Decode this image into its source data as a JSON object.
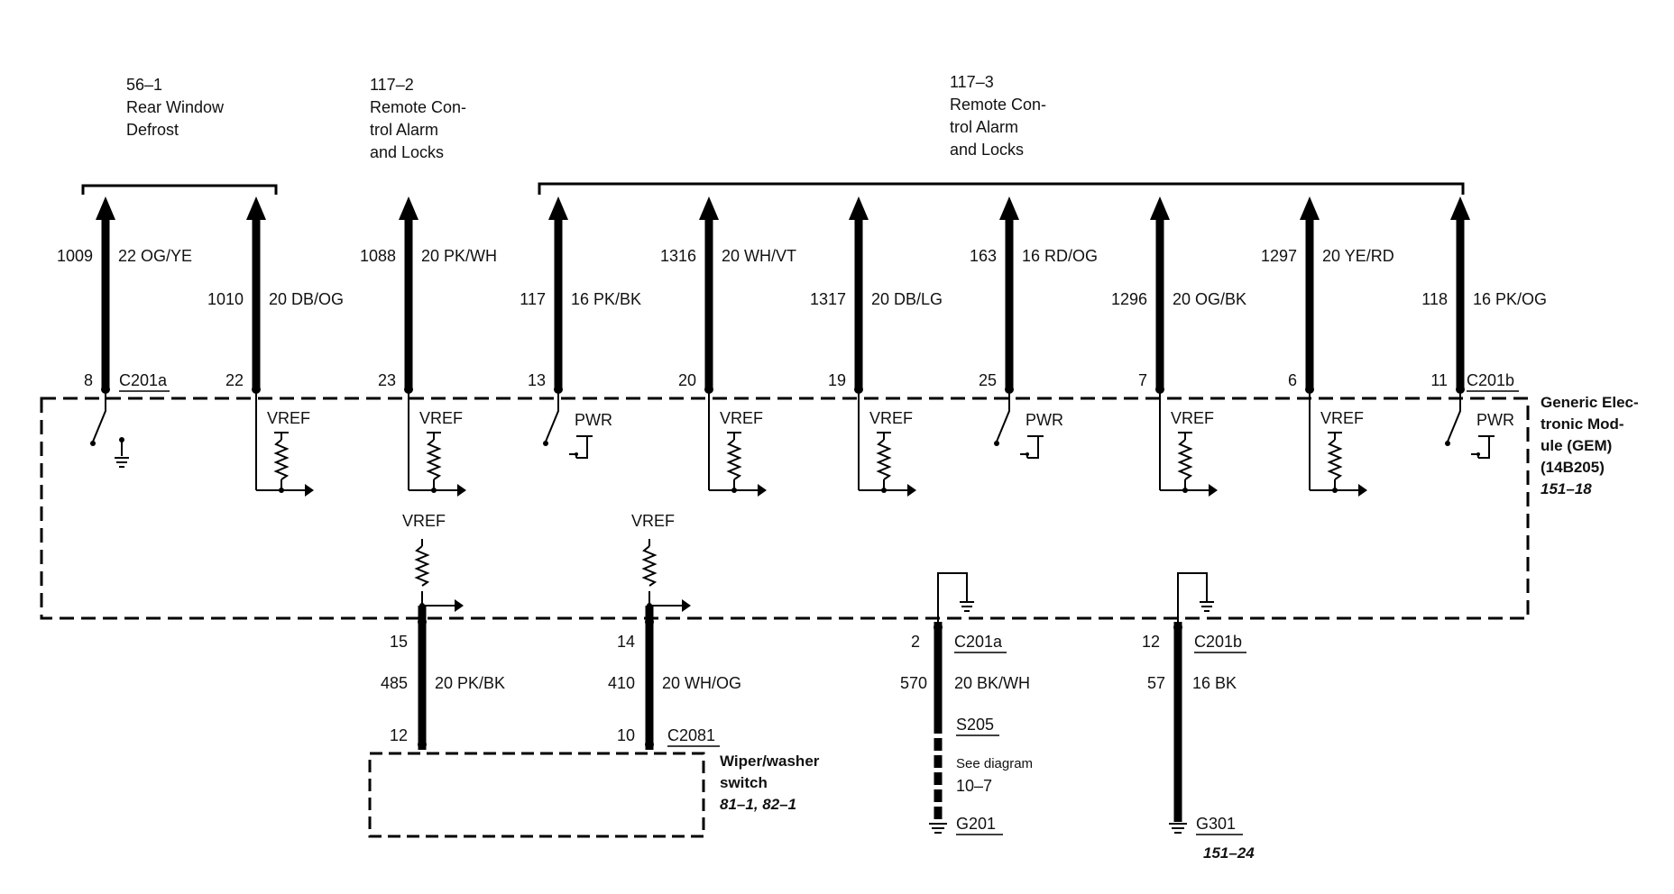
{
  "references": {
    "defrost": {
      "num": "56–1",
      "line1": "Rear Window",
      "line2": "Defrost"
    },
    "alarm_a": {
      "num": "117–2",
      "line1": "Remote Con-",
      "line2": "trol Alarm",
      "line3": "and Locks"
    },
    "alarm_b": {
      "num": "117–3",
      "line1": "Remote Con-",
      "line2": "trol Alarm",
      "line3": "and Locks"
    }
  },
  "module": {
    "line1": "Generic Elec-",
    "line2": "tronic Mod-",
    "line3": "ule (GEM)",
    "line4": "(14B205)",
    "ref": "151–18"
  },
  "connectors": {
    "top_left": "C201a",
    "top_right": "C201b"
  },
  "top_circuits": [
    {
      "pin": "8",
      "circuit": "1009",
      "wire": "22 OG/YE",
      "type": "switch-gnd"
    },
    {
      "pin": "22",
      "circuit": "1010",
      "wire": "20 DB/OG",
      "type": "vref",
      "label": "VREF"
    },
    {
      "pin": "23",
      "circuit": "1088",
      "wire": "20 PK/WH",
      "type": "vref",
      "label": "VREF"
    },
    {
      "pin": "13",
      "circuit": "117",
      "wire": "16 PK/BK",
      "type": "pwr",
      "label": "PWR"
    },
    {
      "pin": "20",
      "circuit": "1316",
      "wire": "20 WH/VT",
      "type": "vref",
      "label": "VREF"
    },
    {
      "pin": "19",
      "circuit": "1317",
      "wire": "20 DB/LG",
      "type": "vref",
      "label": "VREF"
    },
    {
      "pin": "25",
      "circuit": "163",
      "wire": "16 RD/OG",
      "type": "pwr",
      "label": "PWR"
    },
    {
      "pin": "7",
      "circuit": "1296",
      "wire": "20 OG/BK",
      "type": "vref",
      "label": "VREF"
    },
    {
      "pin": "6",
      "circuit": "1297",
      "wire": "20 YE/RD",
      "type": "vref",
      "label": "VREF"
    },
    {
      "pin": "11",
      "circuit": "118",
      "wire": "16 PK/OG",
      "type": "pwr",
      "label": "PWR"
    }
  ],
  "bottom_circuits": [
    {
      "pin": "15",
      "circuit": "485",
      "wire": "20 PK/BK",
      "end_pin": "12",
      "label": "VREF"
    },
    {
      "pin": "14",
      "circuit": "410",
      "wire": "20 WH/OG",
      "end_pin": "10",
      "label": "VREF",
      "connector": "C2081"
    },
    {
      "pin": "2",
      "circuit": "570",
      "wire": "20 BK/WH",
      "connector": "C201a",
      "splice": "S205",
      "note1": "See diagram",
      "note2": "10–7",
      "ground": "G201"
    },
    {
      "pin": "12",
      "circuit": "57",
      "wire": "16 BK",
      "connector": "C201b",
      "ground": "G301",
      "ground_ref": "151–24"
    }
  ],
  "wiper_switch": {
    "line1": "Wiper/washer",
    "line2": "switch",
    "ref": "81–1, 82–1"
  }
}
